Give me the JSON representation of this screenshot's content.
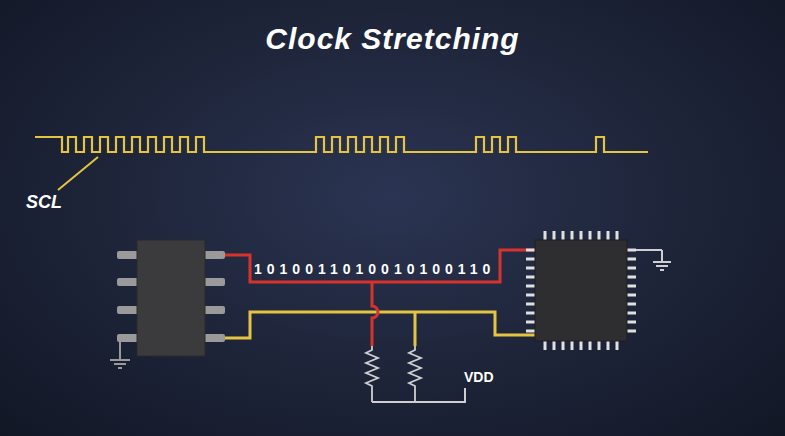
{
  "diagram": {
    "title": "Clock Stretching",
    "labels": [
      "SCL",
      "1010011010010100110",
      "VDD"
    ]
  }
}
